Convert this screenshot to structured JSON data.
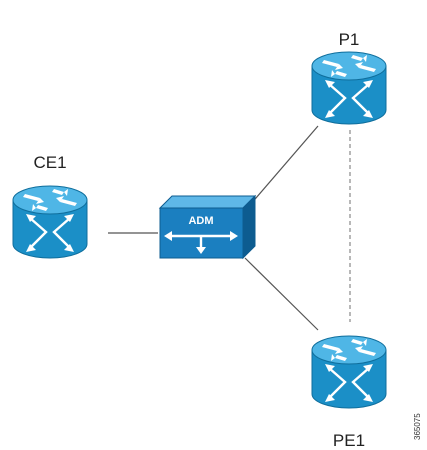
{
  "colors": {
    "router_body": "#1b8fc7",
    "router_top": "#4fb6e6",
    "router_edge": "#0f6e9c",
    "arrow": "#ffffff",
    "adm_front": "#1b7fc0",
    "adm_top": "#5fb8e8",
    "adm_side": "#0d5c90",
    "link": "#555555",
    "dashed_link": "#888888"
  },
  "nodes": {
    "p1": {
      "label": "P1",
      "icon": "router-icon"
    },
    "ce1": {
      "label": "CE1",
      "icon": "router-icon"
    },
    "pe1": {
      "label": "PE1",
      "icon": "router-icon"
    },
    "adm": {
      "label": "ADM",
      "icon": "adm-icon"
    }
  },
  "links": [
    {
      "from": "CE1",
      "to": "ADM",
      "style": "solid"
    },
    {
      "from": "ADM",
      "to": "P1",
      "style": "solid"
    },
    {
      "from": "ADM",
      "to": "PE1",
      "style": "solid"
    },
    {
      "from": "P1",
      "to": "PE1",
      "style": "dashed"
    }
  ],
  "figure_id": "365075"
}
